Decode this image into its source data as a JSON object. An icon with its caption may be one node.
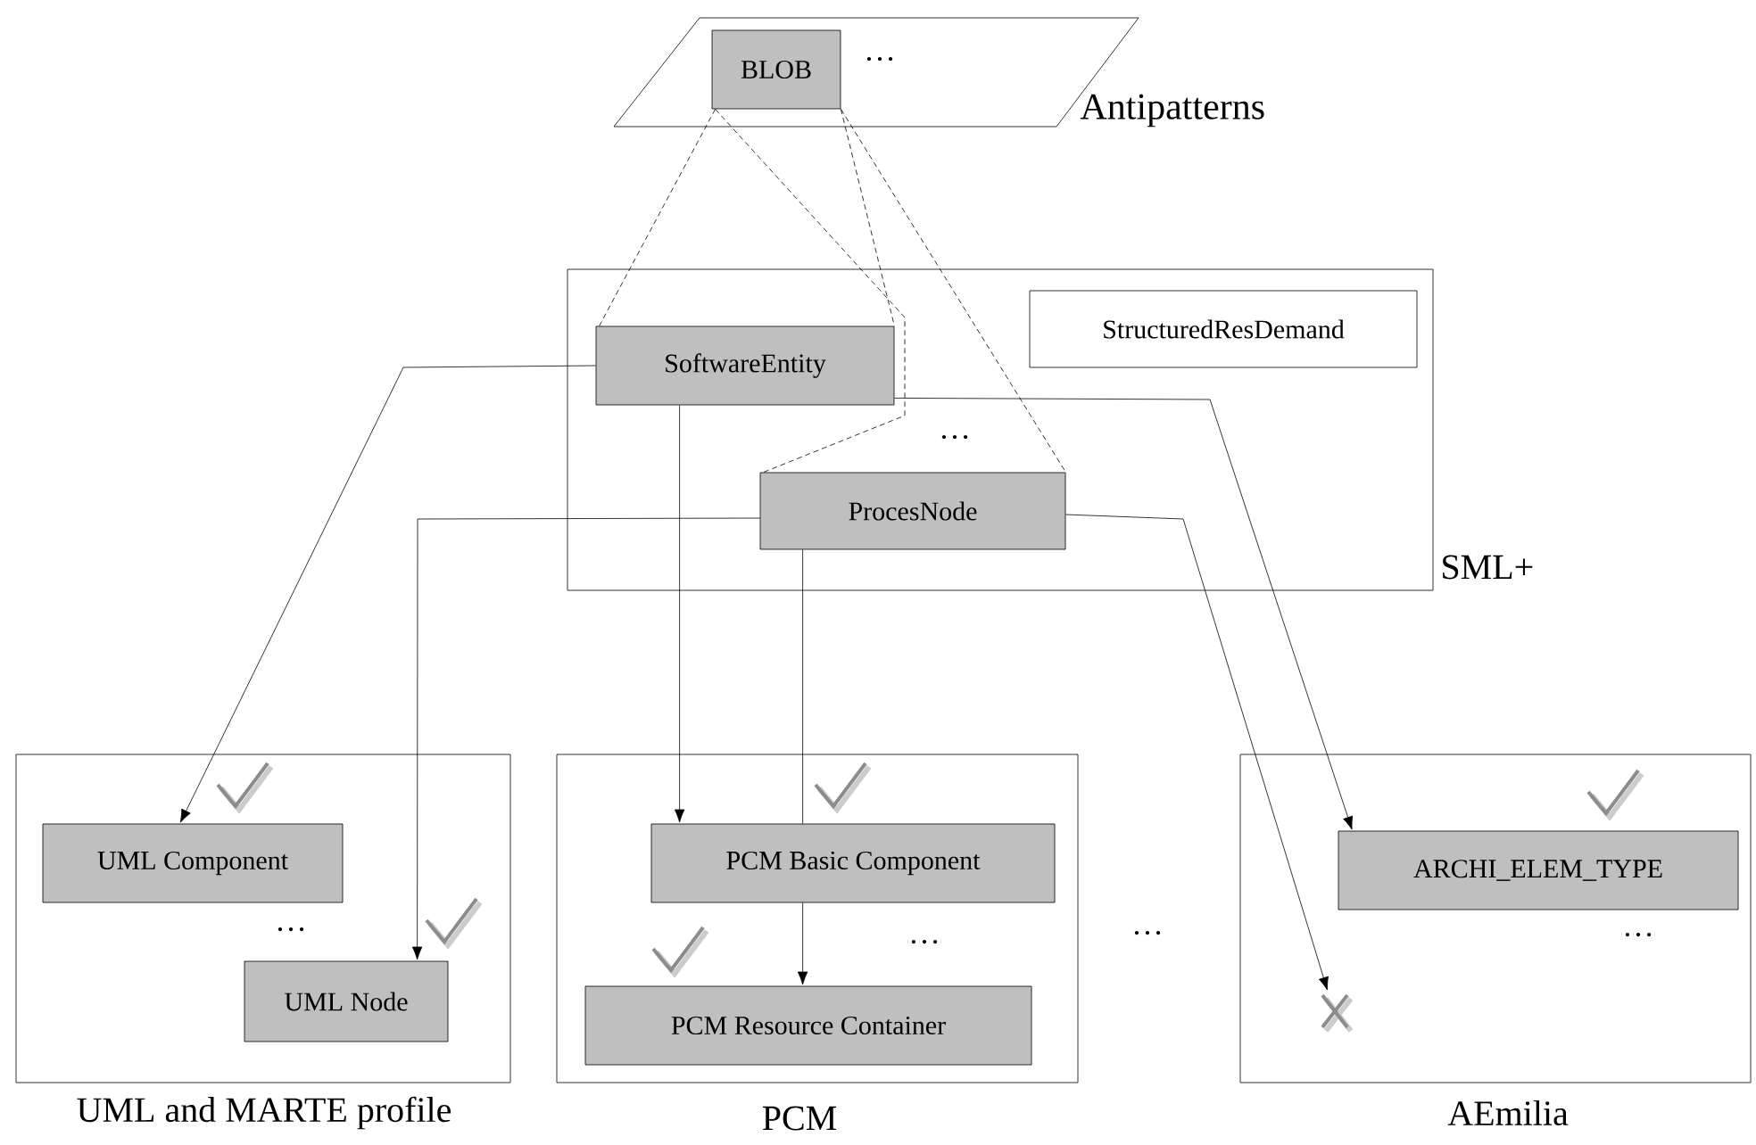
{
  "diagram": {
    "nodes": [
      {
        "text": [
          "Antipatterns"
        ]
      },
      {
        "text": [
          "BLOB"
        ],
        "in": 0
      },
      {
        "text": [
          "SML+"
        ]
      },
      {
        "text": [
          "SoftwareEntity"
        ],
        "in": 2
      },
      {
        "text": [
          "ProcesNode"
        ],
        "in": 2
      },
      {
        "text": [
          "StructuredResDemand"
        ],
        "in": 2
      },
      {
        "text": [
          "UML and MARTE profile"
        ]
      },
      {
        "text": [
          "UML Component"
        ],
        "in": 6
      },
      {
        "text": [
          "UML Node"
        ],
        "in": 6
      },
      {
        "text": [
          "PCM"
        ]
      },
      {
        "text": [
          "PCM Basic Component"
        ],
        "in": 9
      },
      {
        "text": [
          "PCM Resource Container"
        ],
        "in": 9
      },
      {
        "text": [
          "AEmilia"
        ]
      },
      {
        "text": [
          "ARCHI_ELEM_TYPE"
        ],
        "in": 12
      },
      {
        "text": [],
        "shape": "cross",
        "in": 12
      }
    ],
    "edges": [
      {
        "from": 1,
        "to": 3,
        "arrow": "none",
        "style": "dashed"
      },
      {
        "from": 1,
        "to": 4,
        "arrow": "none",
        "style": "dashed"
      },
      {
        "from": 1,
        "to": 3,
        "arrow": "none",
        "style": "dashed"
      },
      {
        "from": 1,
        "to": 4,
        "arrow": "none",
        "style": "dashed"
      },
      {
        "from": 3,
        "to": 7,
        "arrow": "to"
      },
      {
        "from": 3,
        "to": 10,
        "arrow": "to"
      },
      {
        "from": 3,
        "to": 13,
        "arrow": "to"
      },
      {
        "from": 4,
        "to": 8,
        "arrow": "to"
      },
      {
        "from": 4,
        "to": 10,
        "arrow": "none"
      },
      {
        "from": 4,
        "to": 14,
        "arrow": "to"
      },
      {
        "from": 10,
        "to": 11,
        "arrow": "to"
      }
    ],
    "labels": [
      "…",
      "…",
      "…",
      "…",
      "…",
      "…"
    ]
  }
}
